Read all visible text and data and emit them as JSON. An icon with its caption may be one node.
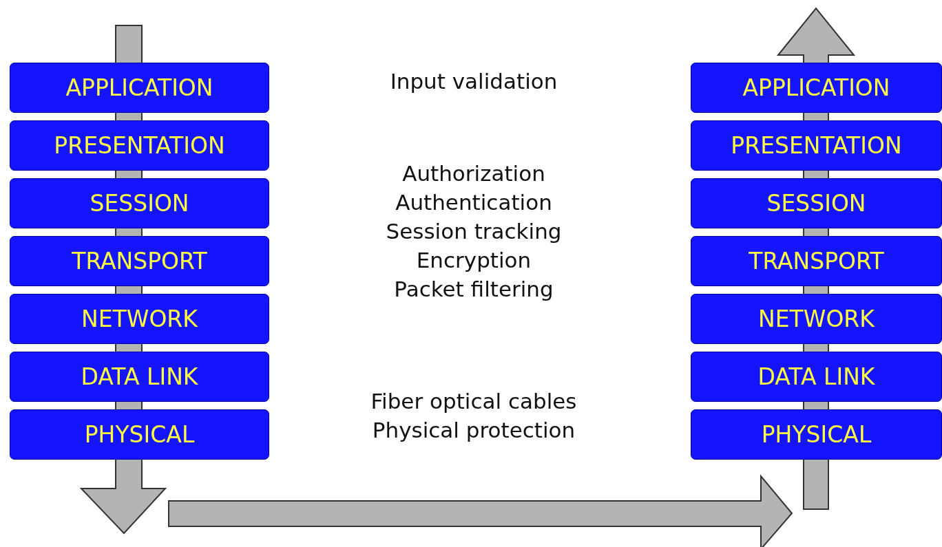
{
  "diagram": {
    "nodes": [
      {
        "text": [
          "APPLICATION"
        ]
      },
      {
        "text": [
          "PRESENTATION"
        ]
      },
      {
        "text": [
          "SESSION"
        ]
      },
      {
        "text": [
          "TRANSPORT"
        ]
      },
      {
        "text": [
          "NETWORK"
        ]
      },
      {
        "text": [
          "DATA LINK"
        ]
      },
      {
        "text": [
          "PHYSICAL"
        ]
      },
      {
        "text": [
          "APPLICATION"
        ]
      },
      {
        "text": [
          "PRESENTATION"
        ]
      },
      {
        "text": [
          "SESSION"
        ]
      },
      {
        "text": [
          "TRANSPORT"
        ]
      },
      {
        "text": [
          "NETWORK"
        ]
      },
      {
        "text": [
          "DATA LINK"
        ]
      },
      {
        "text": [
          "PHYSICAL"
        ]
      }
    ],
    "labels": [
      "Input validation",
      "Authorization",
      "Authentication",
      "Session tracking",
      "Encryption",
      "Packet filtering",
      "Fiber optical cables",
      "Physical protection"
    ]
  }
}
